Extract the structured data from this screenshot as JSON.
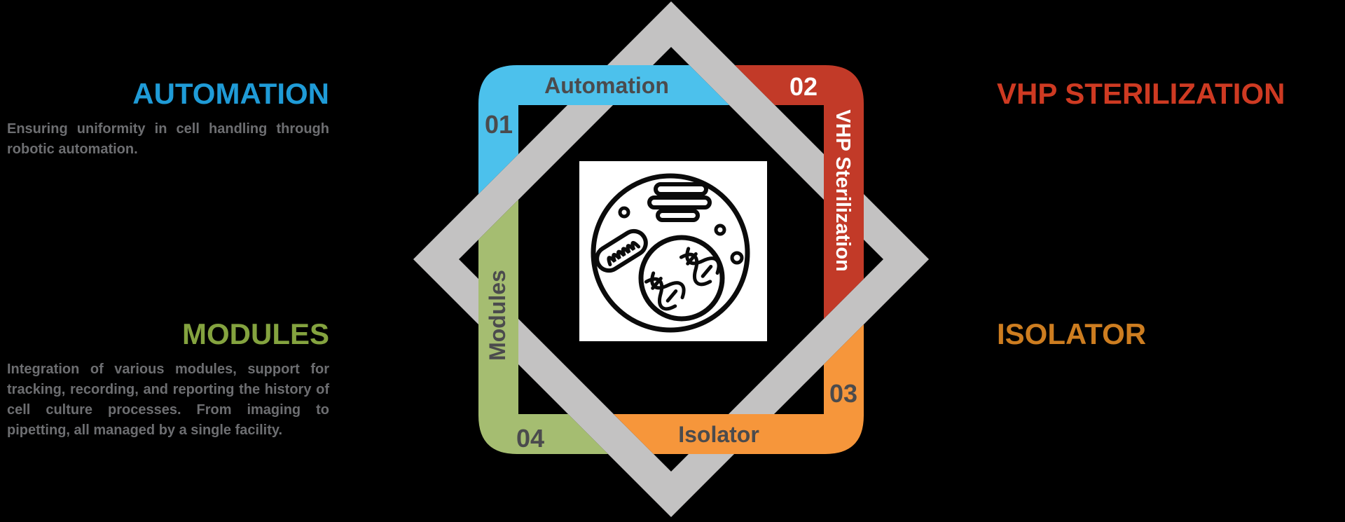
{
  "background_color": "#000000",
  "left_column": {
    "sections": [
      {
        "heading": "AUTOMATION",
        "heading_color": "#1F9BD7",
        "body": "Ensuring uniformity in cell handling through robotic automation."
      },
      {
        "heading": "MODULES",
        "heading_color": "#84A33F",
        "body": "Integration of various modules, support for tracking, recording, and reporting the history of cell culture processes. From imaging to pipetting, all managed by a single facility."
      }
    ]
  },
  "right_column": {
    "sections": [
      {
        "heading": "VHP STERILIZATION",
        "heading_color": "#CE3A22"
      },
      {
        "heading": "ISOLATOR",
        "heading_color": "#CD7D20"
      }
    ]
  },
  "diagram": {
    "ribbon_color": "#C3C2C2",
    "body_text_color": "#6D6E71",
    "segments": [
      {
        "number": "01",
        "label": "Automation",
        "color": "#4CC1EC",
        "number_color": "#4B4B4D",
        "label_color": "#4B4B4D"
      },
      {
        "number": "02",
        "label": "VHP Sterilization",
        "color": "#C23A28",
        "number_color": "#FFFFFF",
        "label_color": "#FFFFFF"
      },
      {
        "number": "03",
        "label": "Isolator",
        "color": "#F6963B",
        "number_color": "#4B4B4D",
        "label_color": "#4B4B4D"
      },
      {
        "number": "04",
        "label": "Modules",
        "color": "#A5BD71",
        "number_color": "#4B4B4D",
        "label_color": "#4B4B4D"
      }
    ],
    "center_icon": "cell-line-art"
  }
}
